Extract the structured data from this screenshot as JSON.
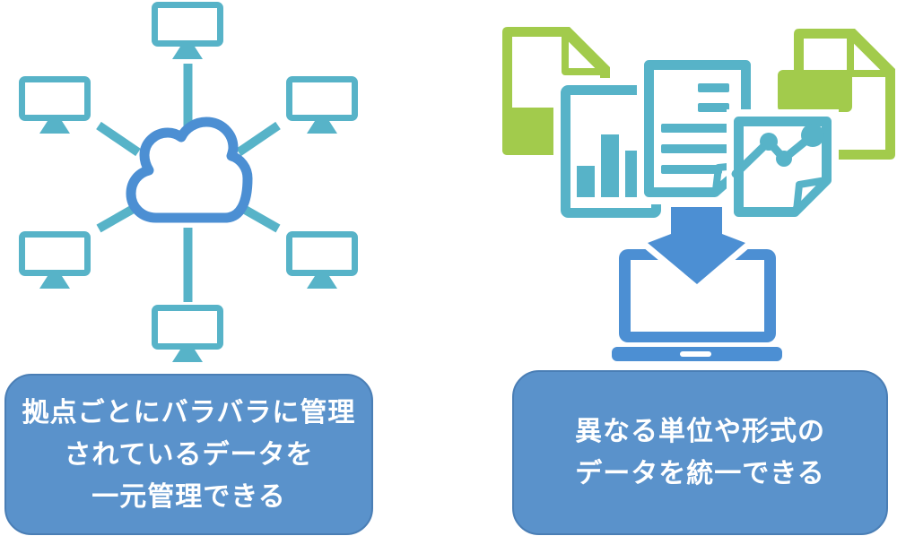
{
  "colors": {
    "background": "#FFFFFF",
    "teal": "#57B3C8",
    "blue": "#4C8FD3",
    "green": "#A2CB4C",
    "box_fill": "#5A92CB",
    "box_border": "#4A7EB5",
    "text_color": "#FFFFFF"
  },
  "left_panel": {
    "icons": [
      "monitor-icon",
      "cloud-icon",
      "connector-line"
    ],
    "monitor_count": 6,
    "caption_lines": [
      "拠点ごとにバラバラに管理",
      "されているデータを",
      "一元管理できる"
    ]
  },
  "right_panel": {
    "icons": [
      "document-icon-green",
      "document-bar-chart-icon",
      "document-text-icon",
      "document-line-chart-icon",
      "down-arrow-icon",
      "laptop-icon"
    ],
    "caption_lines": [
      "異なる単位や形式の",
      "データを統一できる"
    ]
  }
}
